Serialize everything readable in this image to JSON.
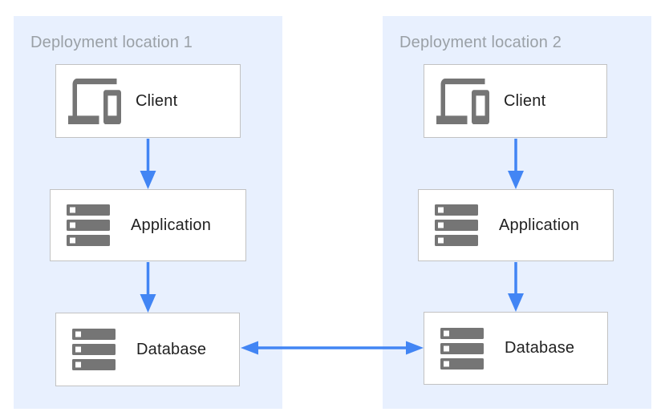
{
  "diagram": {
    "zones": [
      {
        "title": "Deployment location 1",
        "nodes": [
          {
            "label": "Client",
            "icon": "devices-icon"
          },
          {
            "label": "Application",
            "icon": "server-stack-icon"
          },
          {
            "label": "Database",
            "icon": "server-stack-icon"
          }
        ]
      },
      {
        "title": "Deployment location 2",
        "nodes": [
          {
            "label": "Client",
            "icon": "devices-icon"
          },
          {
            "label": "Application",
            "icon": "server-stack-icon"
          },
          {
            "label": "Database",
            "icon": "server-stack-icon"
          }
        ]
      }
    ],
    "connections": [
      {
        "from": "Client",
        "to": "Application",
        "zone": "Deployment location 1",
        "type": "arrow-down"
      },
      {
        "from": "Application",
        "to": "Database",
        "zone": "Deployment location 1",
        "type": "arrow-down"
      },
      {
        "from": "Client",
        "to": "Application",
        "zone": "Deployment location 2",
        "type": "arrow-down"
      },
      {
        "from": "Application",
        "to": "Database",
        "zone": "Deployment location 2",
        "type": "arrow-down"
      },
      {
        "from": "Database (Deployment location 1)",
        "to": "Database (Deployment location 2)",
        "type": "arrow-bidirectional"
      }
    ],
    "colors": {
      "page_background": "#FFFFFF",
      "zone_fill": "#E8F0FE",
      "zone_title_text": "#9AA0A6",
      "box_fill": "#FFFFFF",
      "box_border": "#C2C2C2",
      "label_text": "#212121",
      "icon_gray": "#757575",
      "arrow_blue": "#4285F4"
    }
  }
}
